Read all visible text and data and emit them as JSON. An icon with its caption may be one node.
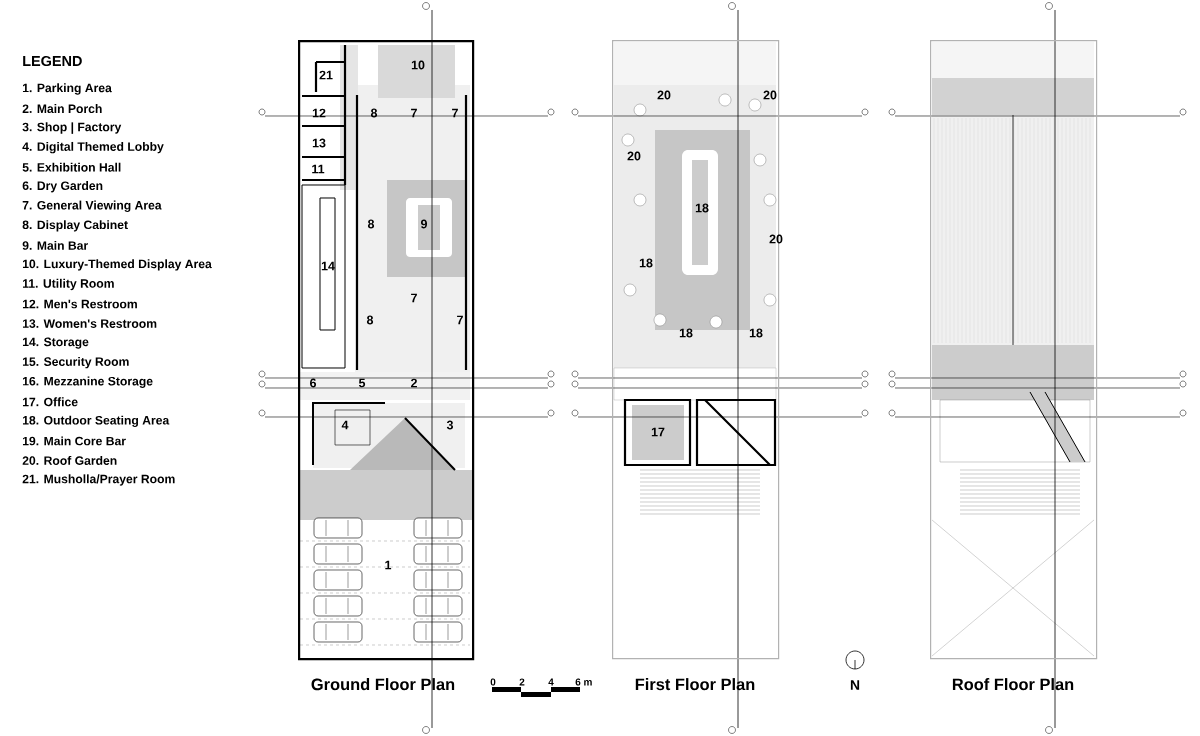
{
  "diagram": {
    "nodes": [
      {
        "text": [
          "Ground Floor Plan"
        ]
      },
      {
        "text": [
          "First Floor Plan"
        ]
      },
      {
        "text": [
          "Roof Floor Plan"
        ]
      }
    ],
    "labels": [
      "LEGEND",
      "1. Parking Area",
      "2. Main Porch",
      "3. Shop | Factory",
      "4. Digital Themed Lobby",
      "5. Exhibition Hall",
      "6. Dry Garden",
      "7. General Viewing Area",
      "8. Display Cabinet",
      "9. Main Bar",
      "10. Luxury-Themed Display Area",
      "11. Utility Room",
      "12. Men's Restroom",
      "13. Women's Restroom",
      "14. Storage",
      "15. Security Room",
      "16. Mezzanine Storage",
      "17. Office",
      "18. Outdoor Seating Area",
      "19. Main Core Bar",
      "20. Roof Garden",
      "21. Musholla/Prayer Room",
      "21",
      "10",
      "12",
      "8",
      "7",
      "7",
      "13",
      "11",
      "8",
      "9",
      "14",
      "7",
      "8",
      "7",
      "6",
      "5",
      "2",
      "4",
      "3",
      "1",
      "20",
      "20",
      "20",
      "18",
      "20",
      "18",
      "18",
      "18",
      "17",
      "0",
      "2",
      "4",
      "6 m",
      "N"
    ]
  }
}
